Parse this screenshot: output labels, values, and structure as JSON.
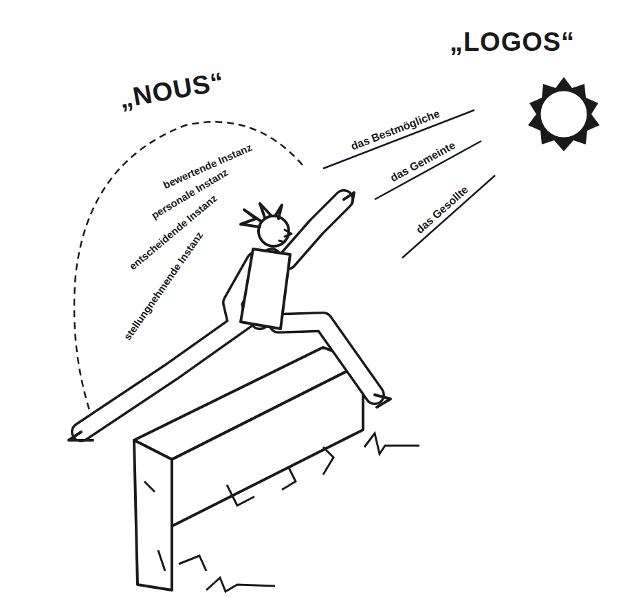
{
  "diagram": {
    "labels": [
      "„LOGOS“",
      "das Bestmögliche",
      "das Gemeinte",
      "das Gesollte",
      "„NOUS“",
      "bewertende Instanz",
      "personale Instanz",
      "entscheidende Instanz",
      "stellungnehmende Instanz"
    ]
  }
}
